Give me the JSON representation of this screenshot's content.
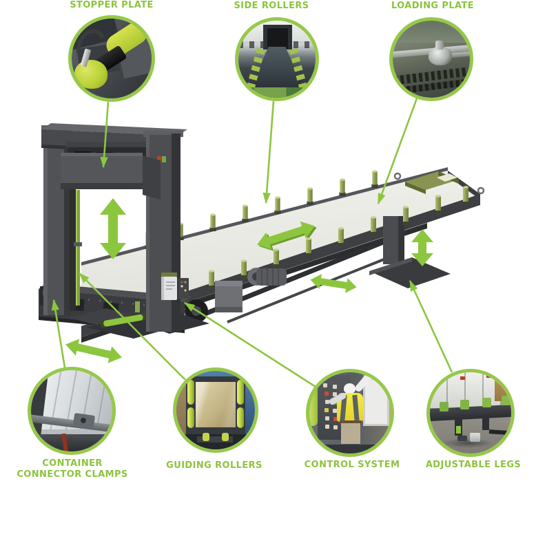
{
  "figure": {
    "description": "Feature diagram of a slipsheet container loading platform with photo callouts",
    "background": "#FFFFFF"
  },
  "brand": {
    "green": "#8CC63F",
    "ring_green": "#97C84A"
  },
  "callouts": [
    {
      "id": "stopper-plate",
      "label": "STOPPER PLATE",
      "photo": "close-up of green painted stopper plate cylinder"
    },
    {
      "id": "side-rollers",
      "label": "SIDE ROLLERS",
      "photo": "outdoor platform lined with green side rollers"
    },
    {
      "id": "loading-plate",
      "label": "LOADING PLATE",
      "photo": "close-up of loading plate roller and chain track"
    },
    {
      "id": "container-connector-clamps",
      "label": "CONTAINER CONNECTOR CLAMPS",
      "photo": "clamp bar connecting machine to container corner"
    },
    {
      "id": "guiding-rollers",
      "label": "GUIDING ROLLERS",
      "photo": "green vertical guiding rollers beside wrapped cargo at container door"
    },
    {
      "id": "control-system",
      "label": "CONTROL SYSTEM",
      "photo": "operator in hi-vis vest at control panel"
    },
    {
      "id": "adjustable-legs",
      "label": "ADJUSTABLE LEGS",
      "photo": "adjustable support legs under loaded platform frame"
    }
  ],
  "motion_arrows": [
    {
      "name": "lift-arrow",
      "direction": "vertical",
      "location": "inside gantry frame"
    },
    {
      "name": "deck-slide-arrow",
      "direction": "longitudinal",
      "location": "on platform deck"
    },
    {
      "name": "leg-lift-arrow",
      "direction": "vertical",
      "location": "beside adjustable support leg"
    },
    {
      "name": "lateral-shift-arrow",
      "direction": "lateral",
      "location": "under platform"
    },
    {
      "name": "base-travel-arrow",
      "direction": "lateral",
      "location": "below gantry base"
    }
  ]
}
